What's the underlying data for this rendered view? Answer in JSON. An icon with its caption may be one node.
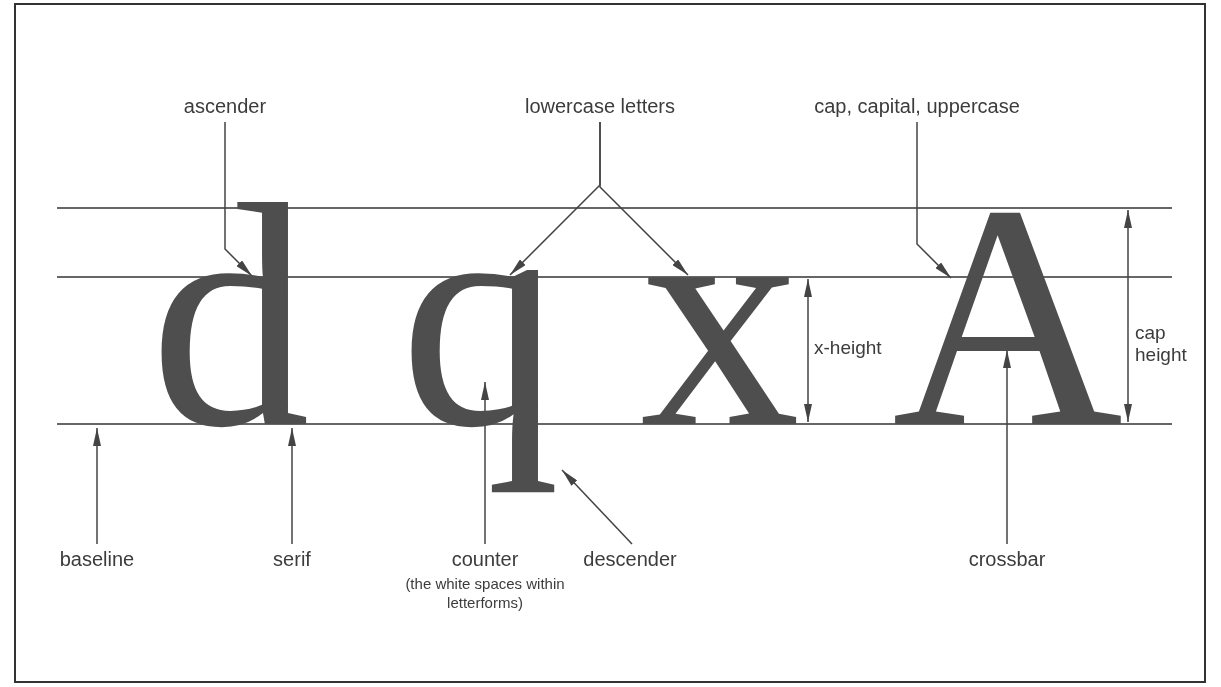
{
  "diagram": {
    "nodes": [
      {
        "text": [
          "ascender"
        ]
      },
      {
        "text": [
          "lowercase letters"
        ]
      },
      {
        "text": [
          "cap, capital, uppercase"
        ]
      },
      {
        "text": [
          "d"
        ]
      },
      {
        "text": [
          "q"
        ]
      },
      {
        "text": [
          "x"
        ]
      },
      {
        "text": [
          "A"
        ]
      },
      {
        "text": [
          "baseline"
        ]
      },
      {
        "text": [
          "serif"
        ]
      },
      {
        "text": [
          "counter",
          "(the white spaces within letterforms)"
        ]
      },
      {
        "text": [
          "descender"
        ]
      },
      {
        "text": [
          "crossbar"
        ]
      }
    ],
    "edges": [
      {
        "from": 0,
        "to": 3,
        "arrow": "to"
      },
      {
        "from": 1,
        "to": 4,
        "arrow": "to"
      },
      {
        "from": 1,
        "to": 5,
        "arrow": "to"
      },
      {
        "from": 2,
        "to": 6,
        "arrow": "to"
      },
      {
        "from": 7,
        "to": null,
        "arrow": "to"
      },
      {
        "from": 8,
        "to": 3,
        "arrow": "to"
      },
      {
        "from": 9,
        "to": 4,
        "arrow": "to"
      },
      {
        "from": 10,
        "to": 4,
        "arrow": "to"
      },
      {
        "from": 11,
        "to": 6,
        "arrow": "to"
      }
    ],
    "labels": [
      "x-height",
      "cap height"
    ]
  }
}
